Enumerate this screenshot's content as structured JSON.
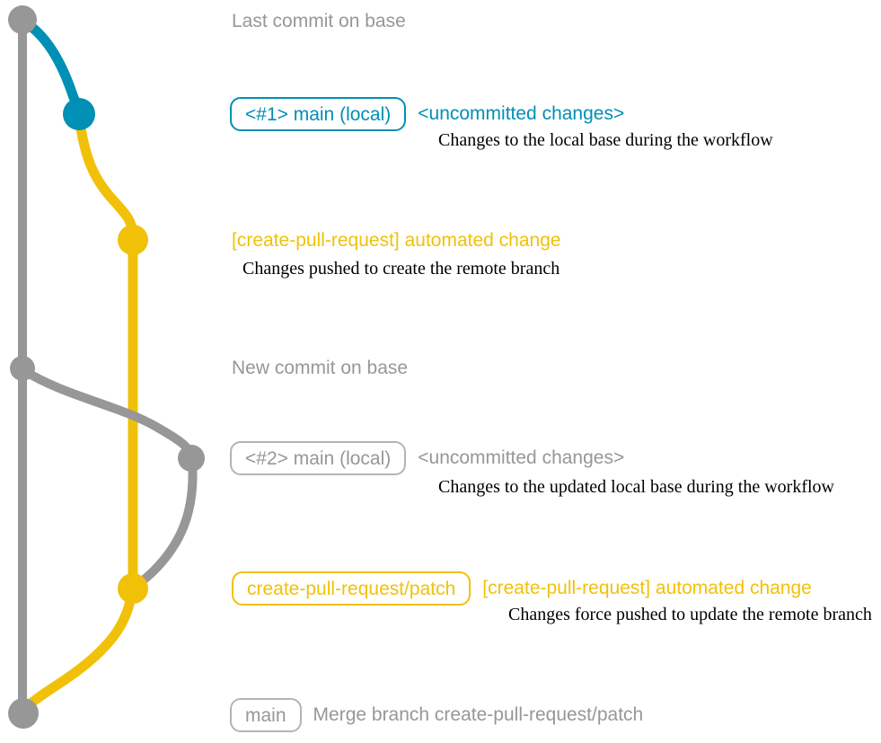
{
  "colors": {
    "gray": "#979797",
    "gray_border": "#b4b4b4",
    "blue": "#008fb5",
    "yellow": "#f1c109",
    "note_text": "#000000"
  },
  "graph": {
    "branches": [
      "base (main)",
      "main (local)",
      "create-pull-request/patch"
    ],
    "commit_dots": [
      "last-commit-on-base",
      "main-local-1-uncommitted",
      "automated-change-1",
      "new-commit-on-base",
      "main-local-2-uncommitted",
      "automated-change-2",
      "merge-commit"
    ]
  },
  "sections": {
    "last_commit": {
      "label": "Last commit on base"
    },
    "commit1": {
      "badge": "<#1> main (local)",
      "status": "<uncommitted changes>",
      "description": "Changes to the local base during the workflow"
    },
    "push1": {
      "label": "[create-pull-request] automated change",
      "description": "Changes pushed to create the remote branch"
    },
    "new_commit": {
      "label": "New commit on base"
    },
    "commit2": {
      "badge": "<#2> main (local)",
      "status": "<uncommitted changes>",
      "description": "Changes to the updated local base during the workflow"
    },
    "push2": {
      "badge": "create-pull-request/patch",
      "label": "[create-pull-request] automated change",
      "description": "Changes force pushed to update the remote branch"
    },
    "merge": {
      "badge": "main",
      "label": "Merge branch create-pull-request/patch"
    }
  }
}
